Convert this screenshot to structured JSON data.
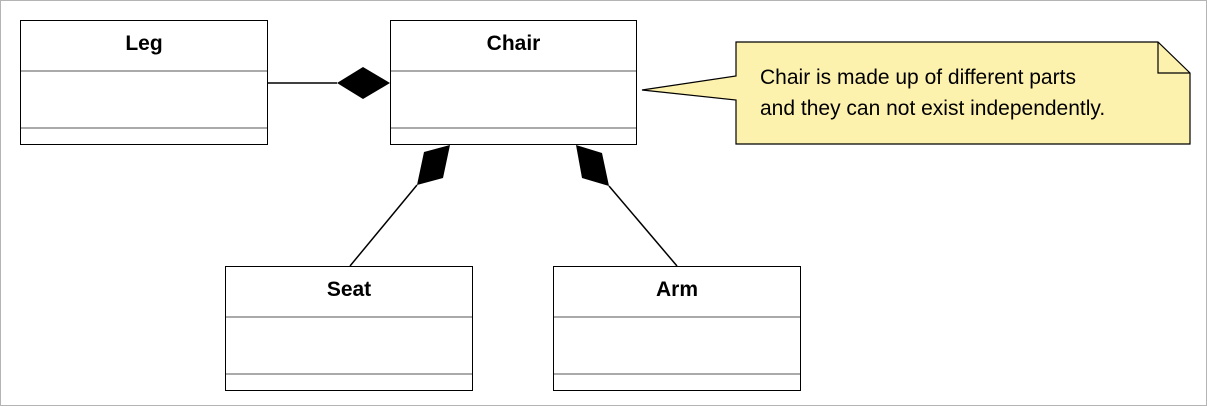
{
  "diagram": {
    "classes": {
      "leg": {
        "name": "Leg"
      },
      "chair": {
        "name": "Chair"
      },
      "seat": {
        "name": "Seat"
      },
      "arm": {
        "name": "Arm"
      }
    },
    "relations": [
      {
        "type": "composition",
        "whole": "Chair",
        "part": "Leg"
      },
      {
        "type": "composition",
        "whole": "Chair",
        "part": "Seat"
      },
      {
        "type": "composition",
        "whole": "Chair",
        "part": "Arm"
      }
    ],
    "note": {
      "lines": [
        "Chair is made up of different parts",
        "and they can not exist independently."
      ],
      "attached_to": "Chair"
    }
  },
  "colors": {
    "note_fill": "#fdf1ae",
    "line": "#000000",
    "separator": "#aaaaaa",
    "frame_border": "#b4b4b4"
  }
}
